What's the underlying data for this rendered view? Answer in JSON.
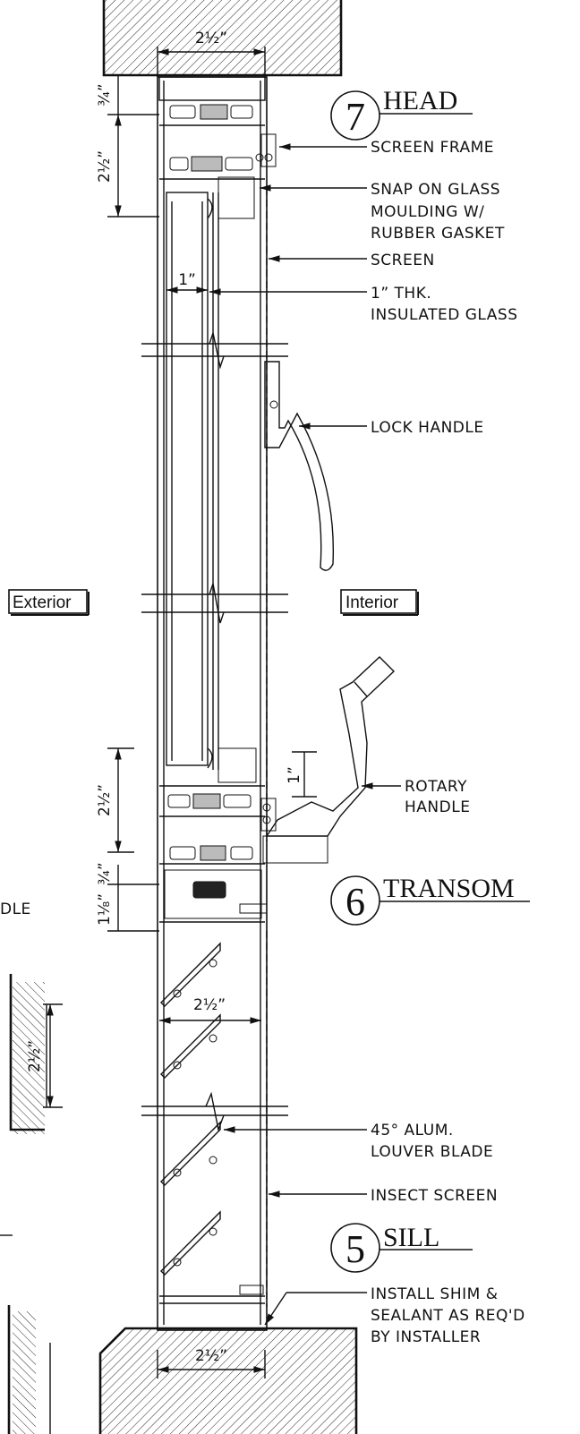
{
  "sections": {
    "head": {
      "number": "7",
      "title": "HEAD"
    },
    "transom": {
      "number": "6",
      "title": "TRANSOM"
    },
    "sill": {
      "number": "5",
      "title": "SILL"
    }
  },
  "labels": {
    "exterior": "Exterior",
    "interior": "Interior"
  },
  "callouts": {
    "screen_frame": "SCREEN FRAME",
    "snap_on_1": "SNAP ON GLASS",
    "snap_on_2": "MOULDING W/",
    "snap_on_3": "RUBBER GASKET",
    "screen": "SCREEN",
    "glass_1": "1” THK.",
    "glass_2": "INSULATED GLASS",
    "lock_handle": "LOCK HANDLE",
    "rotary_1": "ROTARY",
    "rotary_2": "HANDLE",
    "louver_1": "45° ALUM.",
    "louver_2": "LOUVER BLADE",
    "insect_screen": "INSECT SCREEN",
    "install_1": "INSTALL SHIM &",
    "install_2": "SEALANT AS REQ'D",
    "install_3": "BY INSTALLER",
    "partial_left": "DLE"
  },
  "dimensions": {
    "head_width": "2½”",
    "head_three_quarter": "¾”",
    "head_two_half": "2½”",
    "glass_one": "1”",
    "transom_two_half": "2½”",
    "transom_three_quarter": "¾”",
    "transom_one_eighth": "1⅛”",
    "rotary_one": "1”",
    "louver_width": "2½”",
    "sill_width": "2½”",
    "side_two_half": "2½”"
  }
}
